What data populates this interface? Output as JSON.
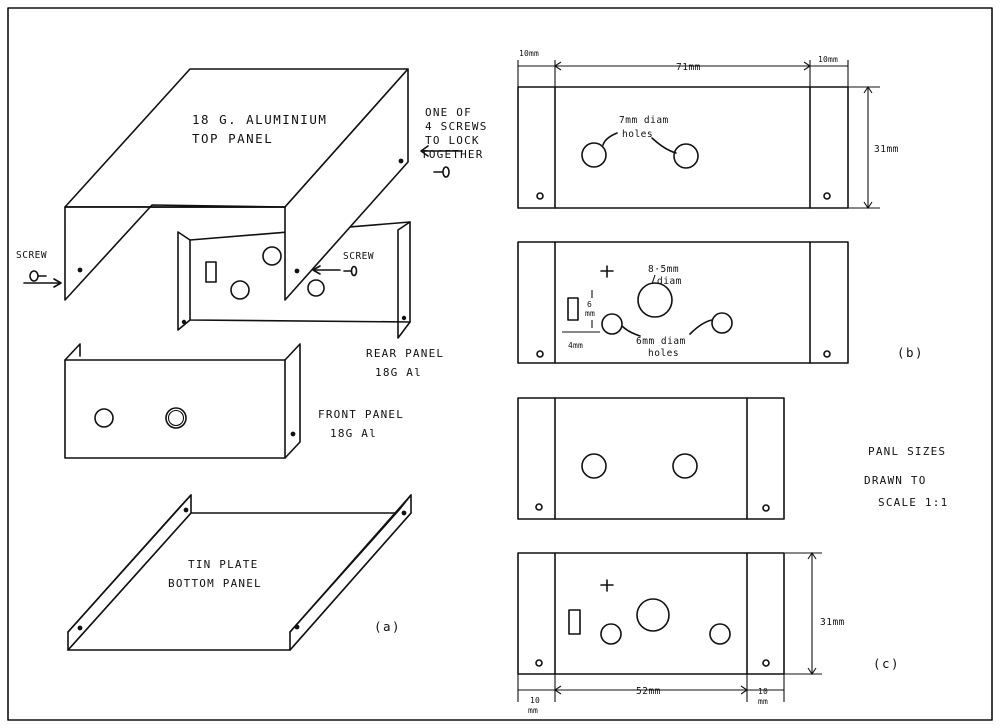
{
  "figure": {
    "left": {
      "top_panel_line1": "18 G. ALUMINIUM",
      "top_panel_line2": "TOP PANEL",
      "screw_note_line1": "ONE OF",
      "screw_note_line2": "4 SCREWS",
      "screw_note_line3": "TO LOCK",
      "screw_note_line4": "TOGETHER",
      "screw_left": "SCREW",
      "screw_rear": "SCREW",
      "rear_line1": "REAR PANEL",
      "rear_line2": "18G  Al",
      "front_line1": "FRONT PANEL",
      "front_line2": "18G  Al",
      "bottom_line1": "TIN PLATE",
      "bottom_line2": "BOTTOM PANEL",
      "sub_label": "(a)"
    },
    "right": {
      "dim_left_top": "10mm",
      "dim_width_top": "71mm",
      "dim_right_top": "10mm",
      "dim_height_top": "31mm",
      "holes_7mm_line1": "7mm diam",
      "holes_7mm_line2": "holes",
      "holes_85_line1": "8·5mm",
      "holes_85_line2": "diam",
      "dim_6mm": "6",
      "dim_6mm_unit": "mm",
      "dim_4mm": "4mm",
      "holes_6mm_line1": "6mm diam",
      "holes_6mm_line2": "holes",
      "sub_label_b": "(b)",
      "sizes_line1": "PANL SIZES",
      "sizes_line2": "DRAWN TO",
      "sizes_line3": "SCALE 1:1",
      "dim_height_bottom": "31mm",
      "dim_left_bottom": "10",
      "dim_left_bottom_unit": "mm",
      "dim_width_bottom": "52mm",
      "dim_right_bottom": "10",
      "dim_right_bottom_unit": "mm",
      "sub_label_c": "(c)"
    }
  }
}
